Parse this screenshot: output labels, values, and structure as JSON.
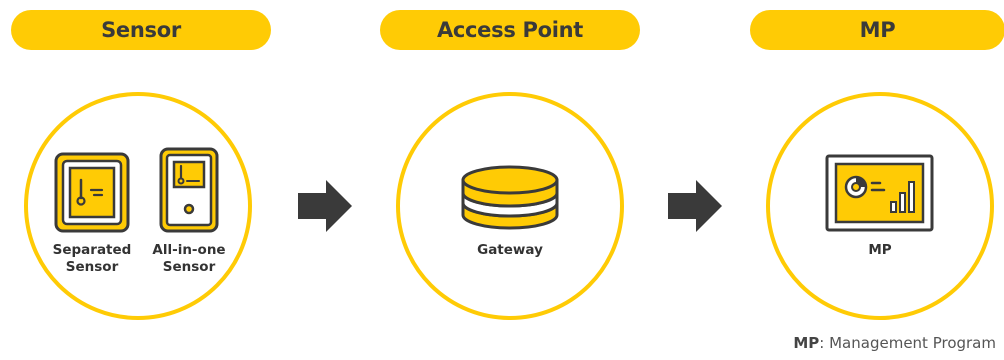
{
  "stages": [
    {
      "header": "Sensor"
    },
    {
      "header": "Access Point"
    },
    {
      "header": "MP"
    }
  ],
  "nodes": {
    "separated_sensor": {
      "line1": "Separated",
      "line2": "Sensor"
    },
    "all_in_one_sensor": {
      "line1": "All-in-one",
      "line2": "Sensor"
    },
    "gateway": {
      "label": "Gateway"
    },
    "mp": {
      "label": "MP"
    }
  },
  "footnote": {
    "abbr": "MP",
    "definition": ": Management Program"
  },
  "icons": [
    "separated-sensor-icon",
    "all-in-one-sensor-icon",
    "gateway-icon",
    "dashboard-monitor-icon",
    "arrow-right-icon"
  ],
  "colors": {
    "accent": "#FFCB05",
    "outline": "#3a3a3a",
    "text": "#333333"
  }
}
